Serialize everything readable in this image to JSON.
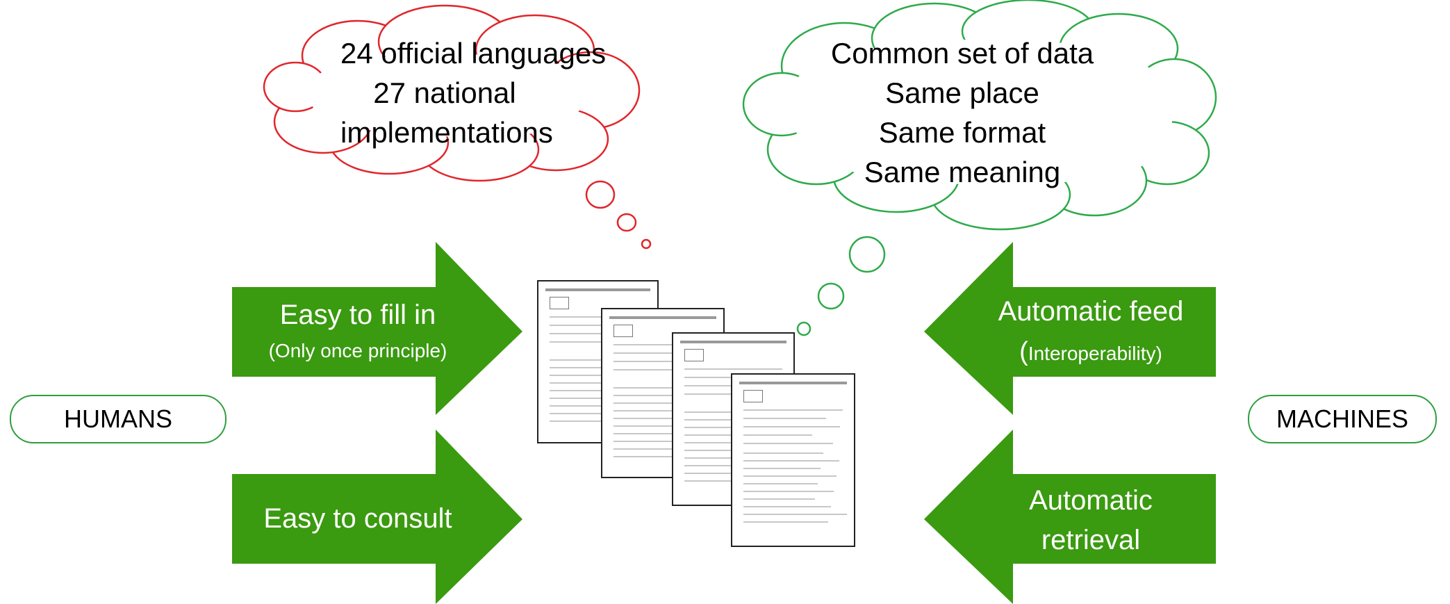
{
  "colors": {
    "arrow_green": "#3a9a10",
    "cloud_red": "#e0262c",
    "cloud_green": "#2eaa4a",
    "pill_border": "#2e9e3e"
  },
  "left_cloud": {
    "lines": [
      "24 official languages",
      "27 national",
      "implementations"
    ]
  },
  "right_cloud": {
    "lines": [
      "Common set of data",
      "Same place",
      "Same format",
      "Same meaning"
    ]
  },
  "left_arrows": {
    "top": {
      "title": "Easy to fill in",
      "subtitle": "(Only once principle)"
    },
    "bottom": {
      "title": "Easy to consult"
    }
  },
  "right_arrows": {
    "top": {
      "title": "Automatic feed",
      "paren_open": "(",
      "subtitle": "Interoperability)"
    },
    "bottom": {
      "line1": "Automatic",
      "line2": "retrieval"
    }
  },
  "left_label": "HUMANS",
  "right_label": "MACHINES",
  "documents": {
    "count": 4,
    "icon": "form-document-icon"
  }
}
